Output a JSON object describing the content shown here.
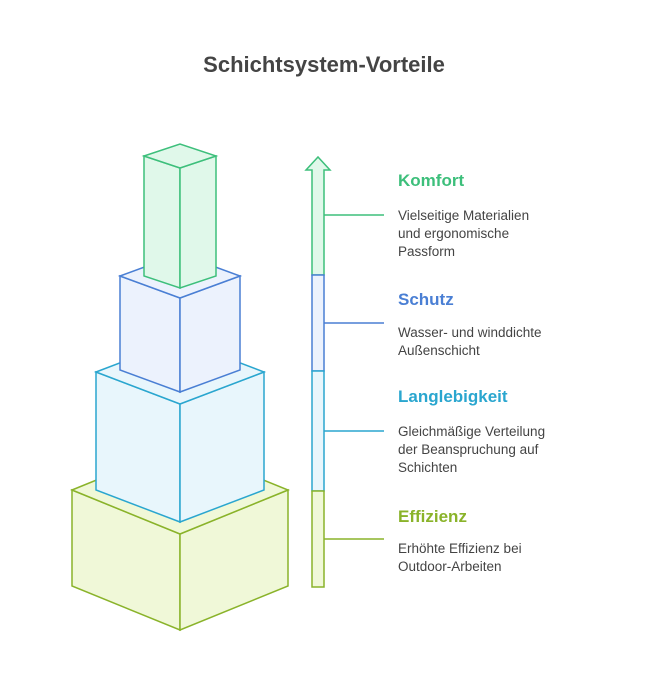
{
  "title": "Schichtsystem-Vorteile",
  "colors": {
    "komfort": "#3dbf7b",
    "schutz": "#4a7fd4",
    "langlebigkeit": "#2aa6cf",
    "effizienz": "#8ab32a"
  },
  "items": [
    {
      "key": "komfort",
      "title": "Komfort",
      "desc": [
        "Vielseitige Materialien",
        "und ergonomische",
        "Passform"
      ]
    },
    {
      "key": "schutz",
      "title": "Schutz",
      "desc": [
        "Wasser- und winddichte",
        "Außenschicht"
      ]
    },
    {
      "key": "langlebigkeit",
      "title": "Langlebigkeit",
      "desc": [
        "Gleichmäßige Verteilung",
        "der Beanspruchung auf",
        "Schichten"
      ]
    },
    {
      "key": "effizienz",
      "title": "Effizienz",
      "desc": [
        "Erhöhte Effizienz bei",
        "Outdoor-Arbeiten"
      ]
    }
  ]
}
